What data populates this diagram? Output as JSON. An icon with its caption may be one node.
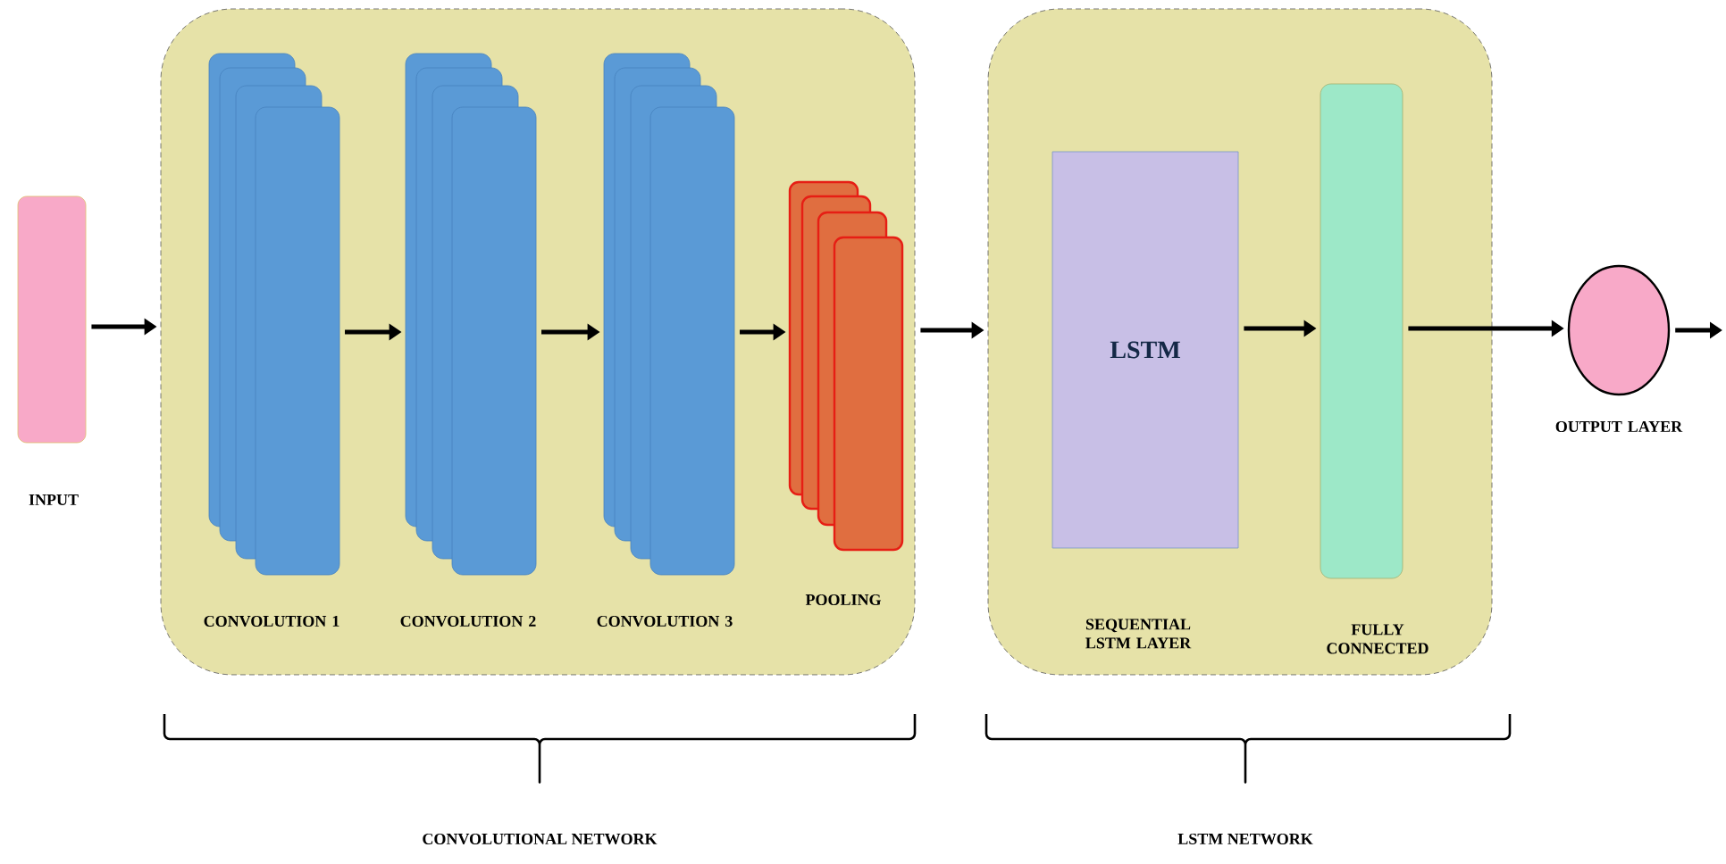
{
  "diagram": {
    "nodes": [
      {
        "text": [
          "INPUT"
        ]
      },
      {
        "text": [],
        "shape": "box"
      },
      {
        "text": [
          "CONVOLUTION 1"
        ],
        "in": 1
      },
      {
        "text": [
          "CONVOLUTION 2"
        ],
        "in": 1
      },
      {
        "text": [
          "CONVOLUTION 3"
        ],
        "in": 1
      },
      {
        "text": [
          "POOLING"
        ],
        "in": 1
      },
      {
        "text": [],
        "shape": "box"
      },
      {
        "text": [
          "LSTM",
          "SEQUENTIAL LSTM LAYER"
        ],
        "in": 6
      },
      {
        "text": [
          "FULLY CONNECTED"
        ],
        "in": 6
      },
      {
        "text": [
          "OUTPUT LAYER"
        ]
      }
    ],
    "edges": [
      {
        "from": 0,
        "to": 1,
        "arrow": "to"
      },
      {
        "from": 2,
        "to": 3,
        "arrow": "to"
      },
      {
        "from": 3,
        "to": 4,
        "arrow": "to"
      },
      {
        "from": 4,
        "to": 5,
        "arrow": "to"
      },
      {
        "from": 1,
        "to": 6,
        "arrow": "to"
      },
      {
        "from": 7,
        "to": 8,
        "arrow": "to"
      },
      {
        "from": 8,
        "to": 9,
        "arrow": "to"
      },
      {
        "from": 9,
        "to": null,
        "arrow": "to"
      }
    ],
    "labels": [
      "CONVOLUTIONAL NETWORK",
      "LSTM NETWORK"
    ]
  }
}
